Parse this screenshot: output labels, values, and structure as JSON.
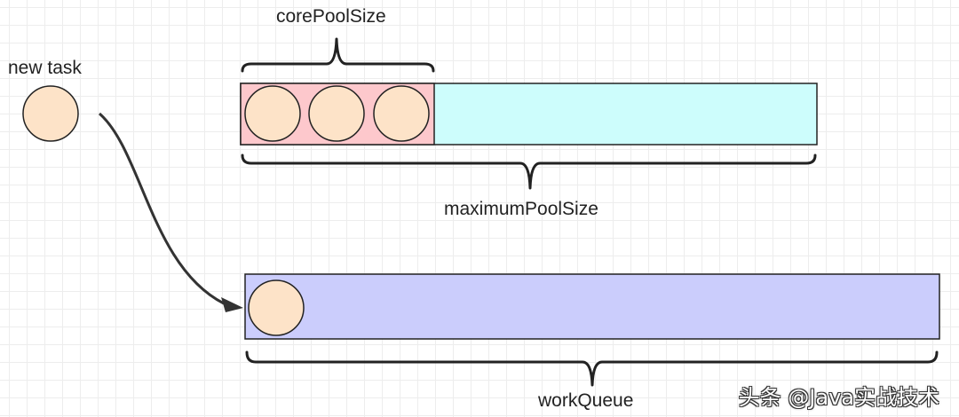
{
  "labels": {
    "new_task": "new task",
    "core_pool_size": "corePoolSize",
    "maximum_pool_size": "maximumPoolSize",
    "work_queue": "workQueue"
  },
  "watermark": "头条 @Java实战技术",
  "colors": {
    "task_fill": "#fde3c8",
    "task_stroke": "#222222",
    "core_pool_fill": "#fdc8cc",
    "max_pool_fill": "#cdfdfc",
    "work_queue_fill": "#cbcdfc",
    "arrow": "#333333"
  },
  "pool": {
    "core_thread_count": 3
  },
  "queue": {
    "queued_task_count": 1
  }
}
